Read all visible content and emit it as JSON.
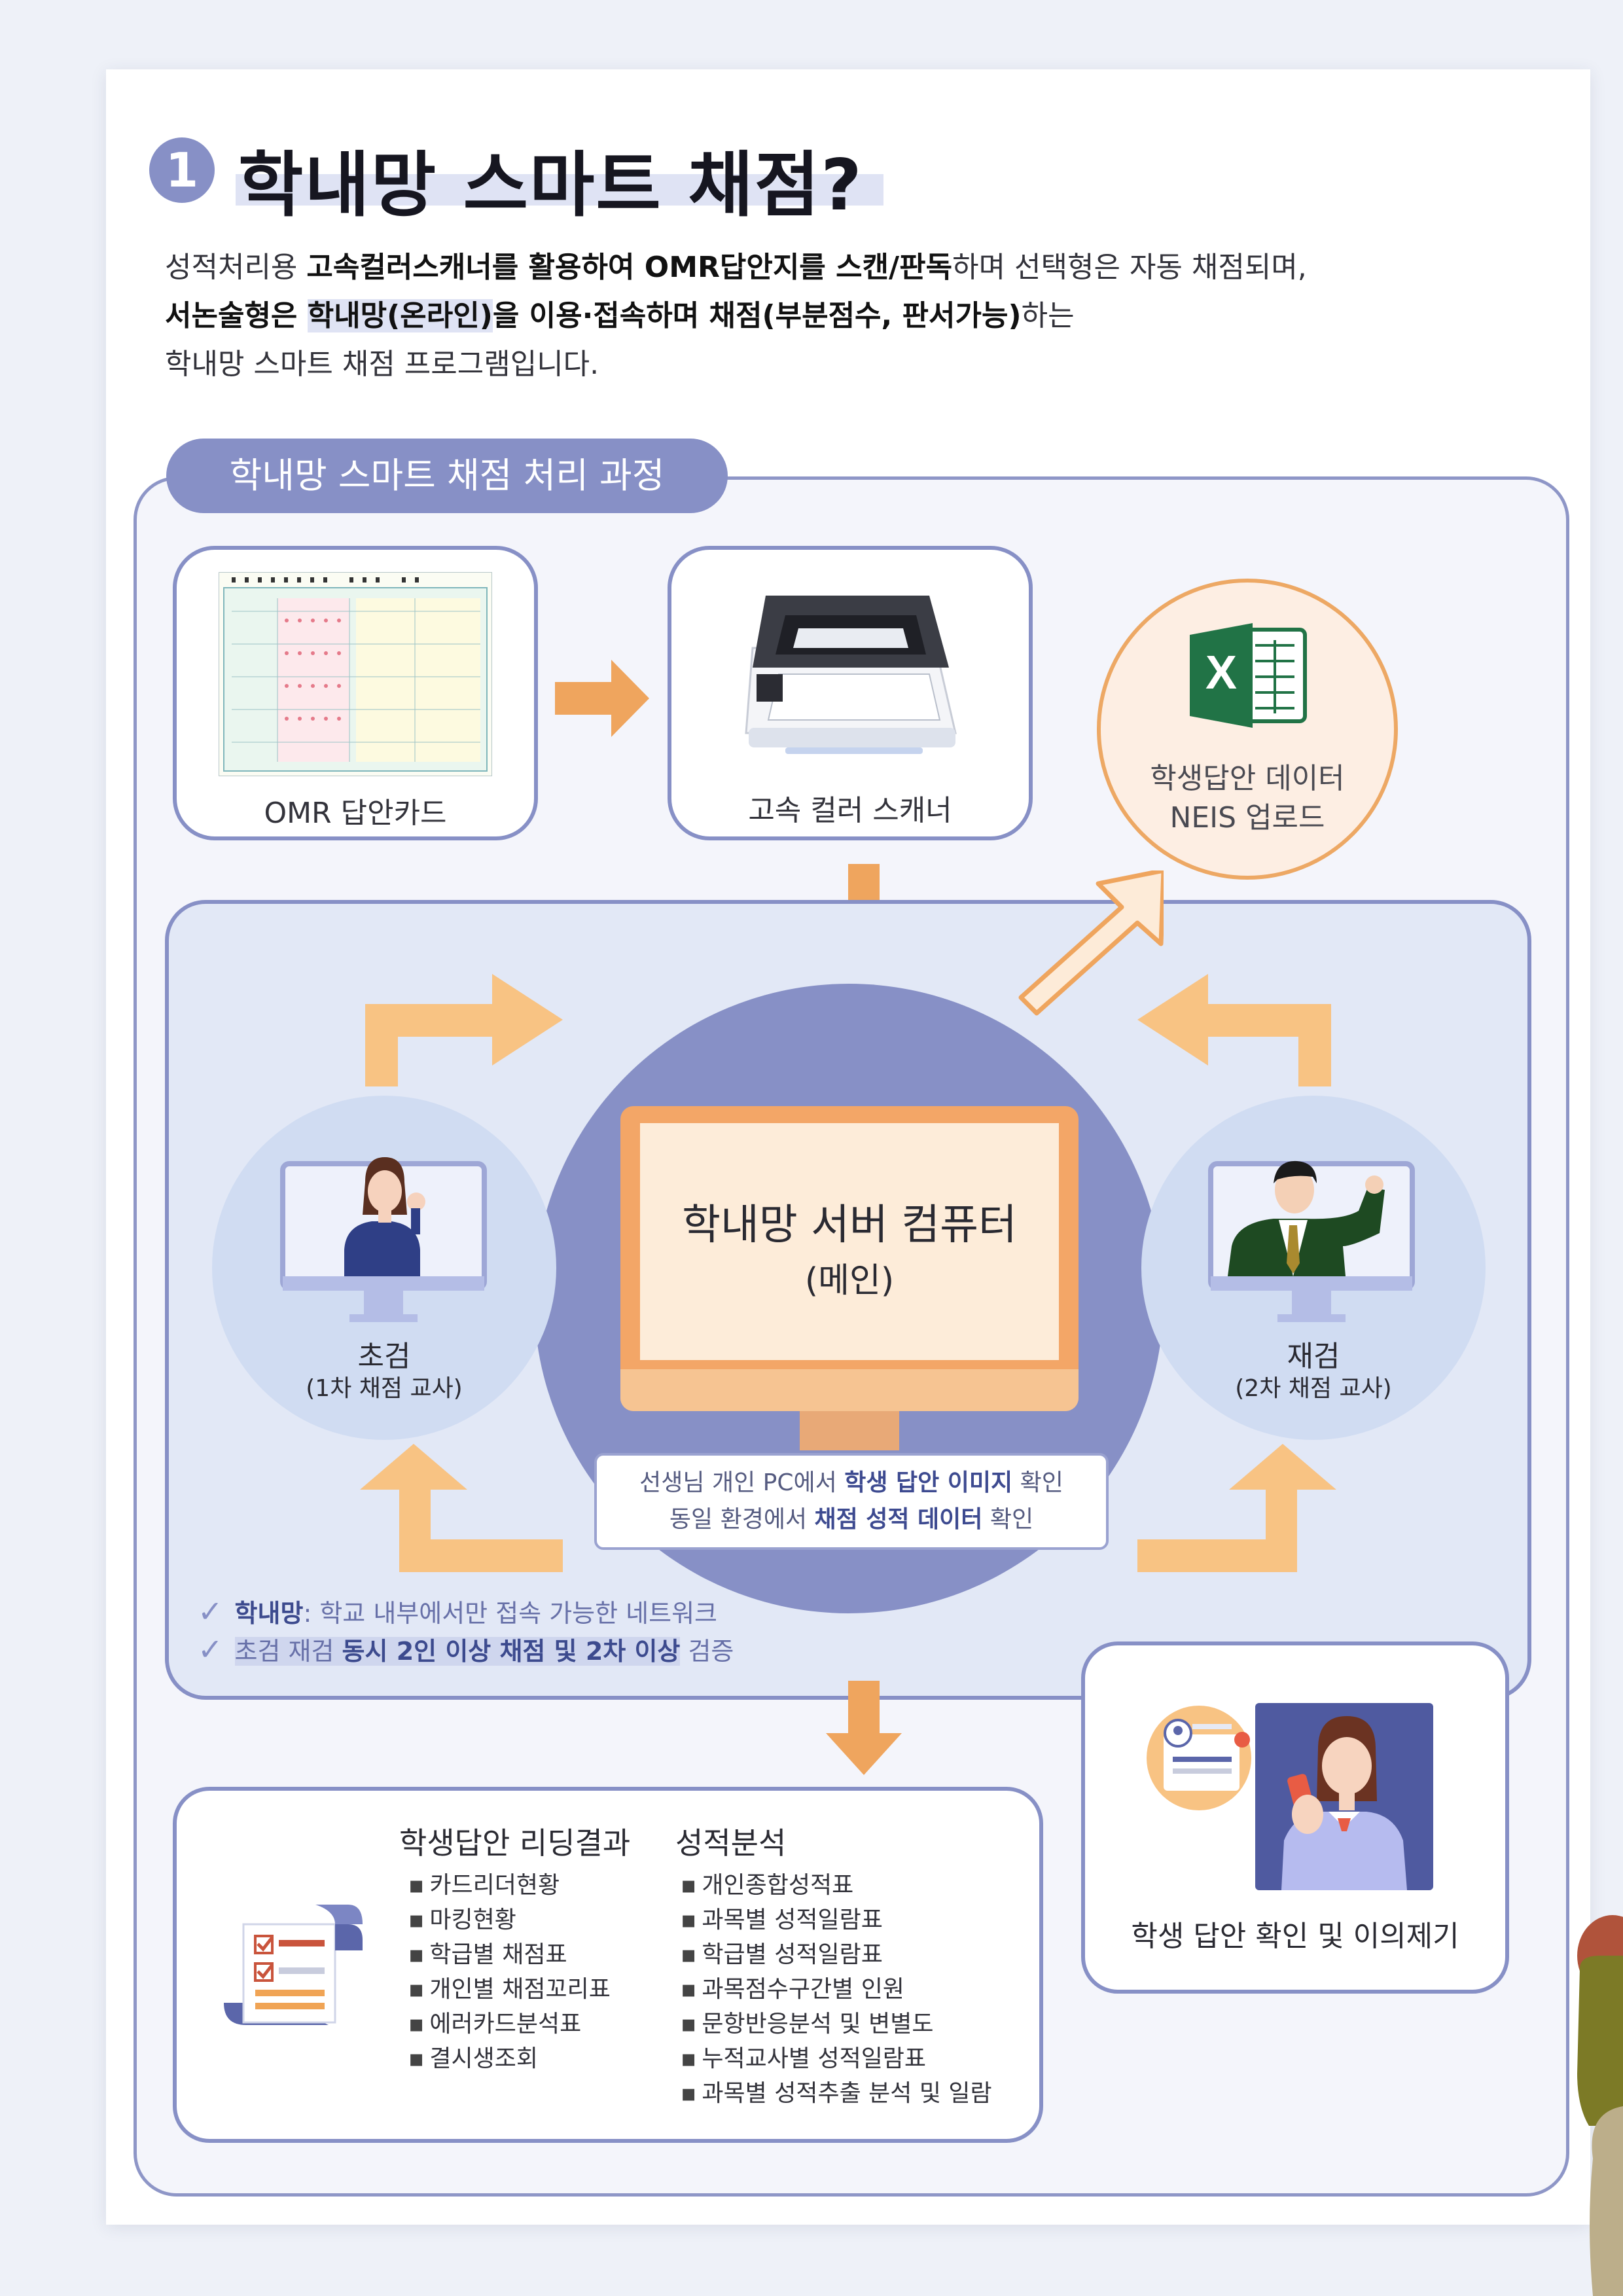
{
  "title": {
    "number": "1",
    "text": "학내망 스마트 채점?"
  },
  "intro": {
    "l1_a": "성적처리용 ",
    "l1_b": "고속컬러스캐너를 활용하여 OMR답안지를 스캔/판독",
    "l1_c": "하며 선택형은 자동 채점되며,",
    "l2_a": "서논술형은 ",
    "l2_b": "학내망(온라인)",
    "l2_c": "을 이용·접속하며 채점(부분점수, 판서가능)",
    "l2_d": "하는",
    "l3": "학내망 스마트 채점 프로그램입니다."
  },
  "section_title": "학내망 스마트 채점 처리 과정",
  "omr_label": "OMR 답안카드",
  "scanner_label": "고속 컬러 스캐너",
  "neis": {
    "line1": "학생답안 데이터",
    "line2": "NEIS 업로드"
  },
  "server": {
    "title": "학내망 서버 컴퓨터",
    "subtitle": "(메인)"
  },
  "note": {
    "l1_a": "선생님 개인 PC에서 ",
    "l1_b": "학생 답안 이미지",
    "l1_c": " 확인",
    "l2_a": "동일 환경에서 ",
    "l2_b": "채점 성적 데이터",
    "l2_c": " 확인"
  },
  "first_grader": {
    "name": "초검",
    "role": "(1차 채점 교사)"
  },
  "second_grader": {
    "name": "재검",
    "role": "(2차 채점 교사)"
  },
  "checks": {
    "c1_b": "학내망",
    "c1_c": ": 학교 내부에서만 접속 가능한 네트워크",
    "c2_a": "초검 재검 ",
    "c2_b": "동시 2인 이상 채점 및 2차 이상",
    "c2_c": " 검증"
  },
  "results": {
    "reading_title": "학생답안 리딩결과",
    "reading_items": [
      "카드리더현황",
      "마킹현황",
      "학급별 채점표",
      "개인별 채점꼬리표",
      "에러카드분석표",
      "결시생조회"
    ],
    "analysis_title": "성적분석",
    "analysis_items": [
      "개인종합성적표",
      "과목별 성적일람표",
      "학급별 성적일람표",
      "과목점수구간별 인원",
      "문항반응분석 및 변별도",
      "누적교사별 성적일람표",
      "과목별 성적추출 분석 및 일람"
    ]
  },
  "student_label": "학생 답안 확인 및 이의제기",
  "colors": {
    "accent": "#8790c6",
    "orange": "#f3a667",
    "arrow_light": "#f8c383",
    "excel_green": "#217346"
  }
}
